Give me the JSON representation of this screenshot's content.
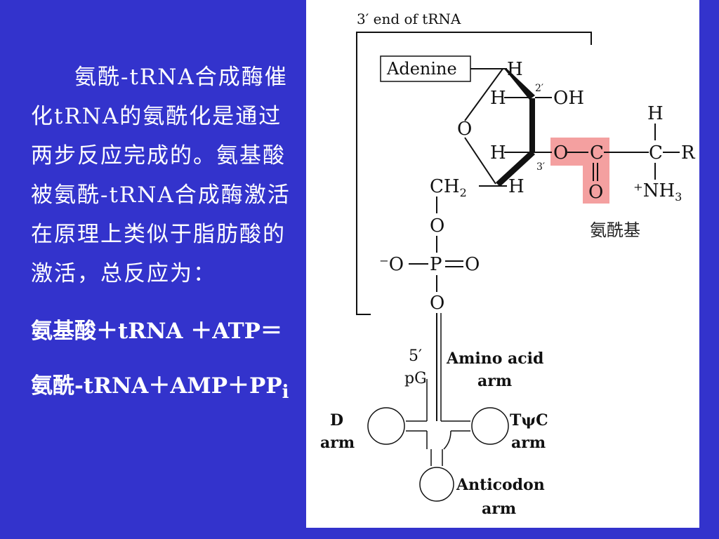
{
  "text": {
    "paragraph_a": "氨酰-tRNA合成酶催化tRNA的氨酰化是通过两步反应完成的。氨基酸被氨酰-tRNA合成酶激活在原理上类似于脂肪酸的激活，总反应为：",
    "equation_line1": "氨基酸＋tRNA ＋ATP＝",
    "equation_line2": "氨酰-tRNA＋AMP＋PP",
    "equation_sub": "i"
  },
  "diagram": {
    "end_label": "3′ end of tRNA",
    "adenine": "Adenine",
    "h_top": "H",
    "prime2": "2′",
    "h_2": "H",
    "oh": "OH",
    "ring_o": "O",
    "h_3": "H",
    "prime3": "3′",
    "h_4": "H",
    "ch2": "CH",
    "ch2_sub": "2",
    "ester_o": "O",
    "carbonyl_c": "C",
    "carbonyl_o": "O",
    "alpha_c": "C",
    "alpha_h": "H",
    "r_group": "R",
    "nh3": "⁺NH",
    "nh3_sub": "3",
    "aminoacyl_label": "氨酰基",
    "o_link_top": "O",
    "phos_o_minus": "⁻O",
    "phos_p": "P",
    "phos_o_double": "O",
    "o_link_bottom": "O",
    "five_prime": "5′",
    "pg": "pG",
    "amino_acid_arm_1": "Amino acid",
    "amino_acid_arm_2": "arm",
    "d_arm_1": "D",
    "d_arm_2": "arm",
    "tpsic_arm_1": "TψC",
    "tpsic_arm_2": "arm",
    "anticodon_arm_1": "Anticodon",
    "anticodon_arm_2": "arm"
  },
  "colors": {
    "background": "#3333cc",
    "highlight": "#f4a0a0",
    "text_white": "#ffffff"
  }
}
